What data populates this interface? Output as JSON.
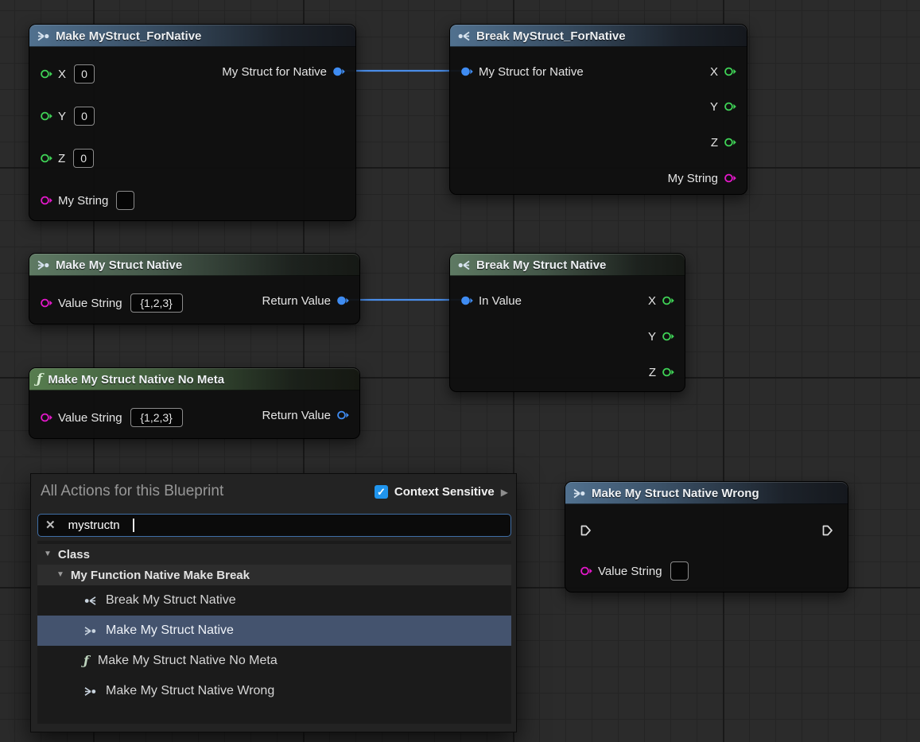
{
  "nodes": [
    {
      "title": "Make MyStruct_ForNative",
      "inputs": [
        {
          "label": "X",
          "value": "0",
          "type": "int"
        },
        {
          "label": "Y",
          "value": "0",
          "type": "int"
        },
        {
          "label": "Z",
          "value": "0",
          "type": "int"
        },
        {
          "label": "My String",
          "value": "",
          "type": "string"
        }
      ],
      "outputs": [
        {
          "label": "My Struct for Native",
          "type": "struct",
          "connected": true
        }
      ]
    },
    {
      "title": "Break MyStruct_ForNative",
      "inputs": [
        {
          "label": "My Struct for Native",
          "type": "struct",
          "connected": true
        }
      ],
      "outputs": [
        {
          "label": "X",
          "type": "int"
        },
        {
          "label": "Y",
          "type": "int"
        },
        {
          "label": "Z",
          "type": "int"
        },
        {
          "label": "My String",
          "type": "string"
        }
      ]
    },
    {
      "title": "Make My Struct Native",
      "inputs": [
        {
          "label": "Value String",
          "value": "{1,2,3}",
          "type": "string"
        }
      ],
      "outputs": [
        {
          "label": "Return Value",
          "type": "struct",
          "connected": true
        }
      ]
    },
    {
      "title": "Break My Struct Native",
      "inputs": [
        {
          "label": "In Value",
          "type": "struct",
          "connected": true
        }
      ],
      "outputs": [
        {
          "label": "X",
          "type": "int"
        },
        {
          "label": "Y",
          "type": "int"
        },
        {
          "label": "Z",
          "type": "int"
        }
      ]
    },
    {
      "title": "Make My Struct Native No Meta",
      "inputs": [
        {
          "label": "Value String",
          "value": "{1,2,3}",
          "type": "string"
        }
      ],
      "outputs": [
        {
          "label": "Return Value",
          "type": "struct",
          "connected": false
        }
      ]
    },
    {
      "title": "Make My Struct Native Wrong",
      "inputs": [
        {
          "label": "Value String",
          "value": "",
          "type": "string"
        }
      ],
      "outputs": [],
      "exec_in": true,
      "exec_out": true
    }
  ],
  "wires": [
    {
      "from": "Make MyStruct_ForNative.My Struct for Native",
      "to": "Break MyStruct_ForNative.My Struct for Native"
    },
    {
      "from": "Make My Struct Native.Return Value",
      "to": "Break My Struct Native.In Value"
    }
  ],
  "menu": {
    "title": "All Actions for this Blueprint",
    "context_sensitive": {
      "label": "Context Sensitive",
      "checked": true
    },
    "search": {
      "value": "mystructn"
    },
    "tree": {
      "category": "Class",
      "subcategory": "My Function Native Make Break",
      "items": [
        {
          "label": "Break My Struct Native",
          "icon": "break-struct-icon",
          "selected": false
        },
        {
          "label": "Make My Struct Native",
          "icon": "make-struct-icon",
          "selected": true
        },
        {
          "label": "Make My Struct Native No Meta",
          "icon": "function-icon",
          "selected": false
        },
        {
          "label": "Make My Struct Native Wrong",
          "icon": "make-struct-icon",
          "selected": false
        }
      ]
    }
  },
  "colors": {
    "pin_int": "#3fd356",
    "pin_string": "#e318c9",
    "pin_struct": "#3f8cf2",
    "wire": "#4a8de8",
    "selected_row": "#44536e",
    "checkbox_accent": "#2095ee"
  }
}
